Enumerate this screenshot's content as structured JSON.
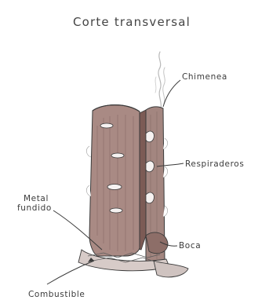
{
  "title": "Corte transversal",
  "labels": {
    "chimenea": "Chimenea",
    "respiraderos": "Respiraderos",
    "metal_line1": "Metal",
    "metal_line2": "fundido",
    "boca": "Boca",
    "combustible": "Combustible"
  },
  "colors": {
    "furnace_front": "#a98a84",
    "furnace_shadow": "#7c5b55",
    "furnace_inner": "#8d6e68",
    "ink": "#3a3a3a",
    "smoke": "#b8b8b8",
    "label_text": "#3b3b3b"
  }
}
